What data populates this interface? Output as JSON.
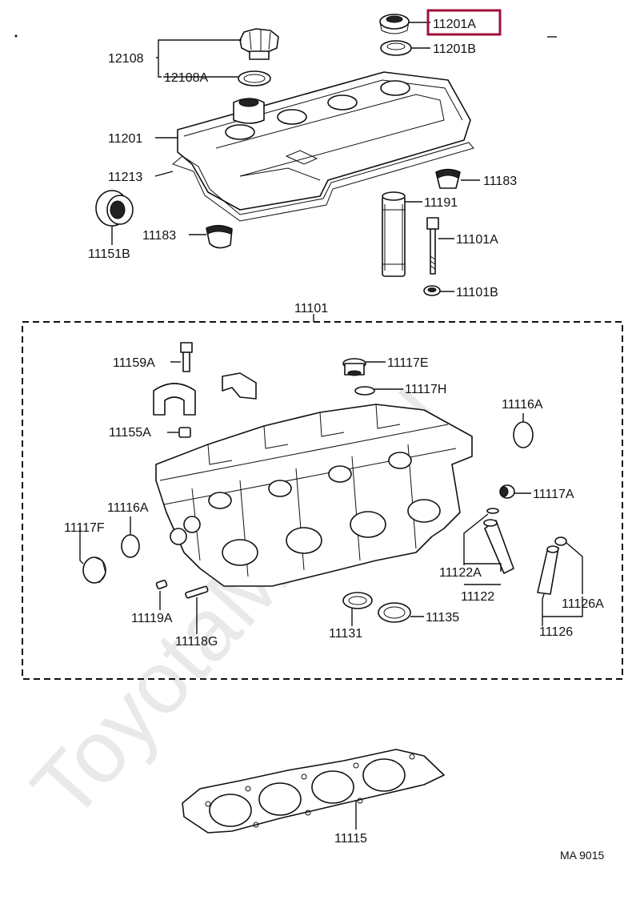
{
  "watermark": "ToyotaMine.ru",
  "figure_code": "MA 9015",
  "highlight_color": "#a0103a",
  "highlighted_part": "11201A",
  "labels": {
    "p11201A": "11201A",
    "p11201B": "11201B",
    "p12108": "12108",
    "p12108A": "12108A",
    "p11201": "11201",
    "p11213": "11213",
    "p11183a": "11183",
    "p11183b": "11183",
    "p11151B": "11151B",
    "p11191": "11191",
    "p11101A": "11101A",
    "p11101B": "11101B",
    "p11101": "11101",
    "p11159A": "11159A",
    "p11117E": "11117E",
    "p11117H": "11117H",
    "p11116A_r": "11116A",
    "p11155A": "11155A",
    "p11117A": "11117A",
    "p11116A_l": "11116A",
    "p11117F": "11117F",
    "p11122A": "11122A",
    "p11122": "11122",
    "p11126A": "11126A",
    "p11126": "11126",
    "p11119A": "11119A",
    "p11118G": "11118G",
    "p11131": "11131",
    "p11135": "11135",
    "p11115": "11115"
  }
}
